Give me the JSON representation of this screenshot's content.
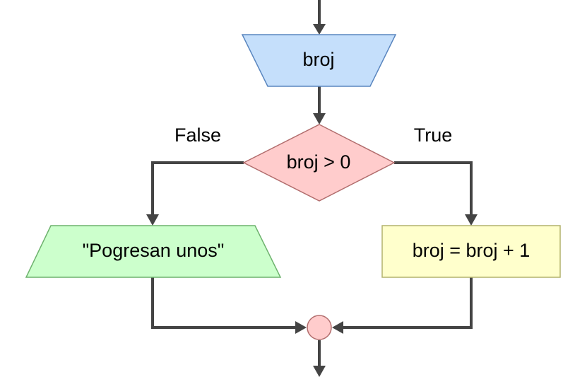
{
  "nodes": {
    "input": {
      "label": "broj",
      "fill": "#c5dffb",
      "stroke": "#5a86bf"
    },
    "decision": {
      "label": "broj > 0",
      "fill": "#ffcccc",
      "stroke": "#b26d6d"
    },
    "output": {
      "label": "\"Pogresan unos\"",
      "fill": "#ccffcc",
      "stroke": "#6db26d"
    },
    "process": {
      "label": "broj = broj + 1",
      "fill": "#ffffcc",
      "stroke": "#b2b26d"
    },
    "merge": {
      "fill": "#ffcccc",
      "stroke": "#b26d6d"
    }
  },
  "edges": {
    "false_label": "False",
    "true_label": "True",
    "color": "#444444"
  }
}
